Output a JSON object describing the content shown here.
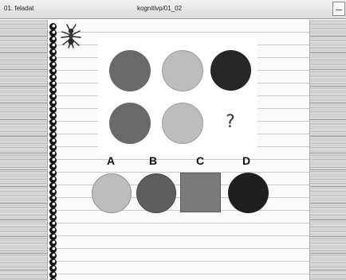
{
  "header": {
    "task_label": "01. feladat",
    "window_title": "kognitivp/01_02"
  },
  "icons": {
    "mascot": "ant-icon",
    "corner_button": "minimize-icon"
  },
  "puzzle": {
    "grid": [
      {
        "shape": "circle",
        "shade": "dark-gray"
      },
      {
        "shape": "circle",
        "shade": "light-gray"
      },
      {
        "shape": "circle",
        "shade": "black"
      },
      {
        "shape": "circle",
        "shade": "dark-gray"
      },
      {
        "shape": "circle",
        "shade": "light-gray"
      }
    ],
    "missing_mark": "?"
  },
  "options": [
    {
      "label": "A",
      "shape": "circle",
      "shade": "light-gray"
    },
    {
      "label": "B",
      "shape": "circle",
      "shade": "dark-gray"
    },
    {
      "label": "C",
      "shape": "square",
      "shade": "gray"
    },
    {
      "label": "D",
      "shape": "circle",
      "shade": "black"
    }
  ],
  "colors": {
    "dark_gray": "#6a6a6a",
    "light_gray": "#bdbdbd",
    "black": "#262626",
    "gray_square": "#7a7a7a",
    "paper": "#fbfbfb",
    "wood": "#d0d0d0"
  }
}
